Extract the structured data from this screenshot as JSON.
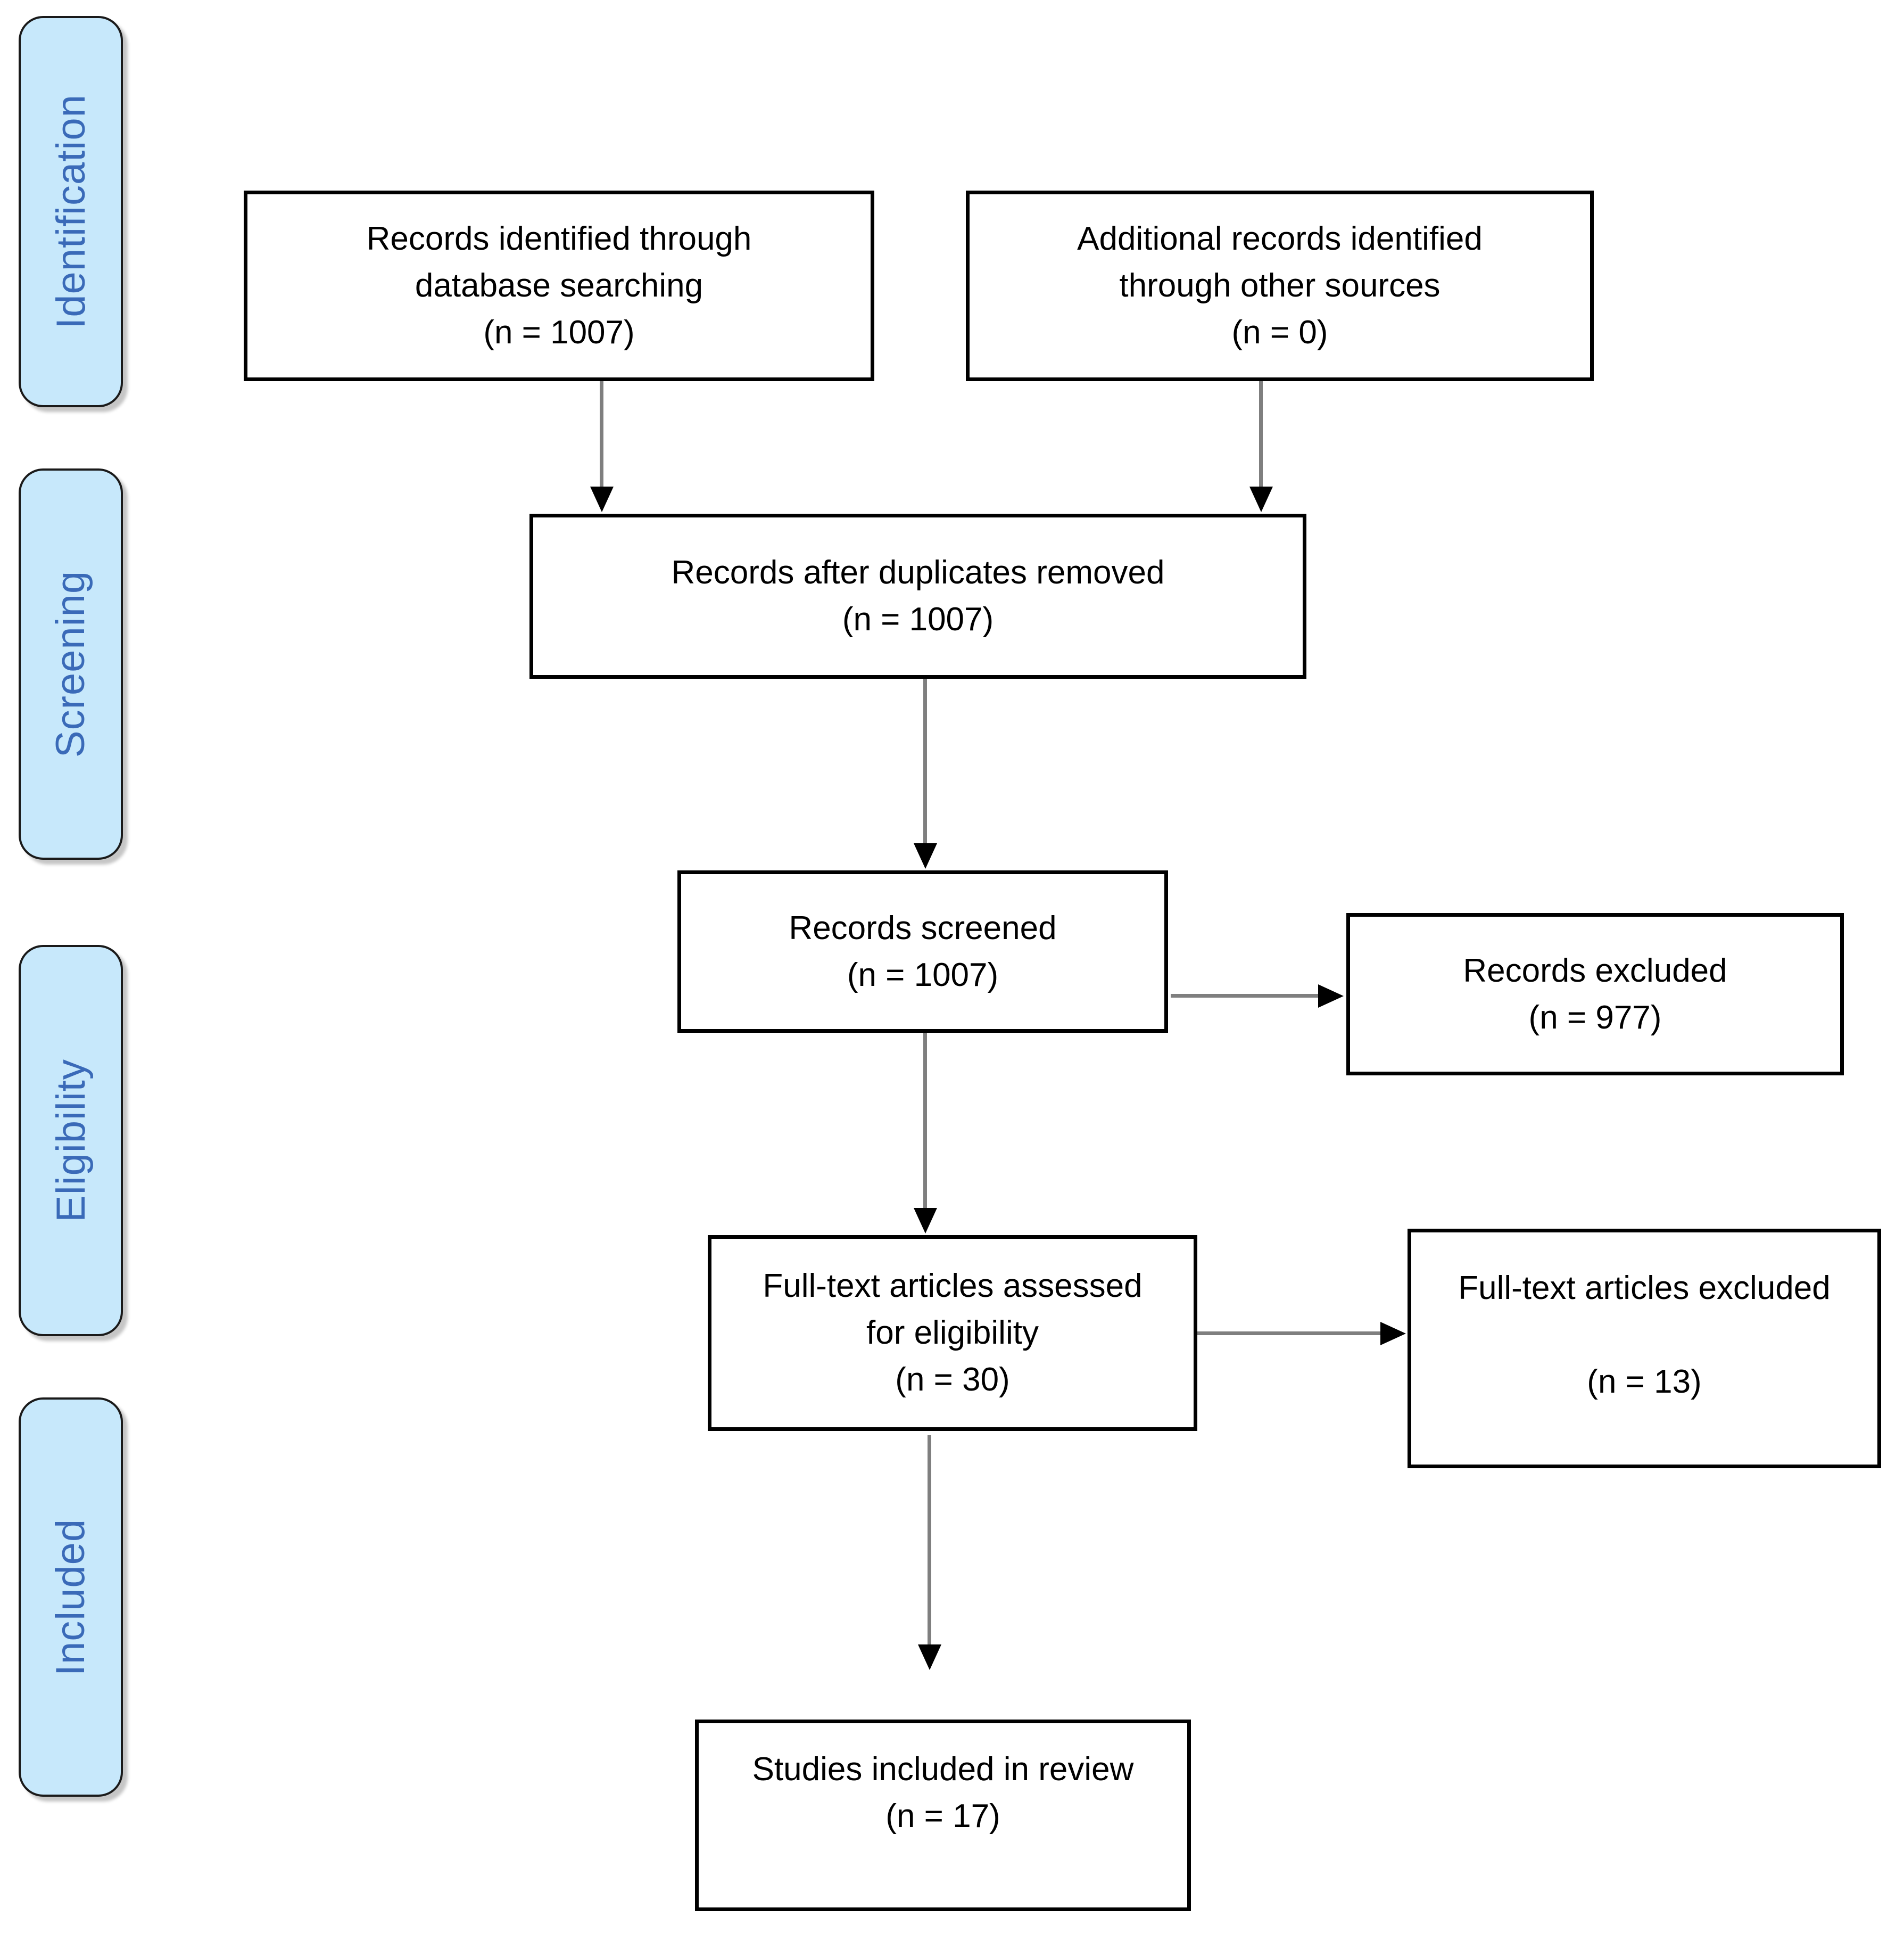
{
  "palette": {
    "sidebar_fill": "#c7e8fb",
    "sidebar_border": "#1a1a1a",
    "sidebar_text": "#3a6ab8",
    "box_border": "#000000",
    "arrow_line": "#7f7f7f",
    "arrow_head": "#000000"
  },
  "sidebar": {
    "stages": [
      {
        "label": "Identification"
      },
      {
        "label": "Screening"
      },
      {
        "label": "Eligibility"
      },
      {
        "label": "Included"
      }
    ]
  },
  "flow": {
    "boxes": {
      "identified": {
        "lines": [
          "Records identified through",
          "database searching",
          "(n = 1007)"
        ]
      },
      "additional": {
        "lines": [
          "Additional records identified",
          "through other sources",
          "(n = 0)"
        ]
      },
      "deduplicated": {
        "lines": [
          "Records after duplicates removed",
          "(n = 1007)"
        ]
      },
      "screened": {
        "lines": [
          "Records screened",
          "(n = 1007)"
        ]
      },
      "excluded": {
        "lines": [
          "Records excluded",
          "(n = 977)"
        ]
      },
      "fulltext": {
        "lines": [
          "Full-text articles assessed",
          "for eligibility",
          "(n = 30)"
        ]
      },
      "fulltext_excluded": {
        "lines": [
          "Full-text articles excluded",
          "",
          "(n = 13)"
        ]
      },
      "included": {
        "lines": [
          "Studies included in review",
          "(n = 17)"
        ]
      }
    }
  }
}
